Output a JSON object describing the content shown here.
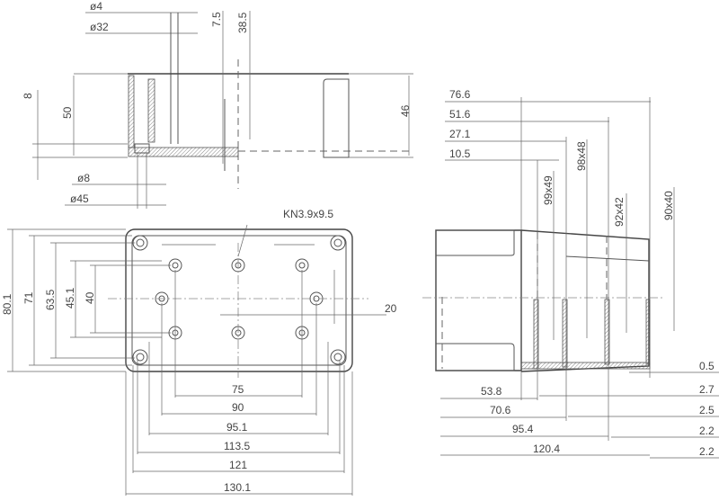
{
  "top_view": {
    "dia_4": "ø4",
    "dia_32": "ø32",
    "dim_7_5": "7.5",
    "dim_38_5": "38.5",
    "dim_8": "8",
    "dim_50": "50",
    "dim_46": "46",
    "dia_8": "ø8",
    "dia_45": "ø45"
  },
  "front_view": {
    "screw_label": "KN3.9x9.5",
    "dim_20": "20",
    "left_dims": [
      "80.1",
      "71",
      "63.5",
      "45.1",
      "40"
    ],
    "bottom_dims": [
      "75",
      "90",
      "95.1",
      "113.5",
      "121",
      "130.1"
    ]
  },
  "side_view": {
    "top_dims": [
      "76.6",
      "51.6",
      "27.1",
      "10.5"
    ],
    "inner_sizes": [
      "99x49",
      "98x48",
      "92x42",
      "90x40"
    ],
    "bottom_dims": [
      "53.8",
      "70.6",
      "95.4",
      "120.4"
    ],
    "wall_dims": [
      "0.5",
      "2.7",
      "2.5",
      "2.2",
      "2.2"
    ]
  }
}
